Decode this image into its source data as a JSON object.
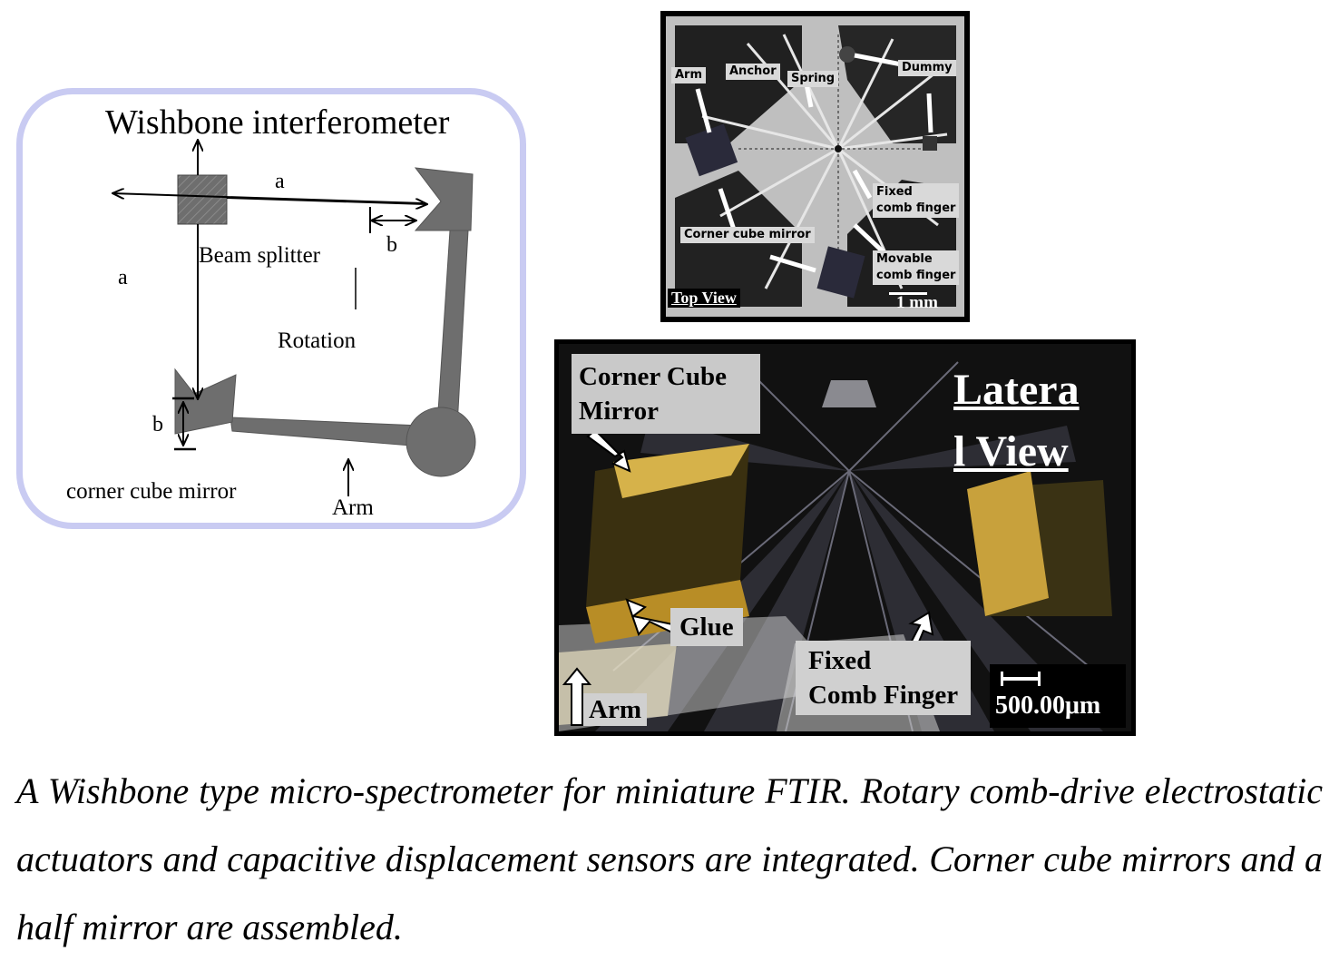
{
  "schematic": {
    "title": "Wishbone interferometer",
    "label_a_top": "a",
    "label_a_left": "a",
    "label_b_top": "b",
    "label_b_left": "b",
    "beam_splitter": "Beam splitter",
    "rotation": "Rotation",
    "corner_cube_mirror": "corner cube mirror",
    "arm": "Arm",
    "panel_border_color": "#c9cbf2",
    "part_color": "#6e6e6e"
  },
  "top_view": {
    "labels": {
      "arm": "Arm",
      "anchor": "Anchor",
      "spring": "Spring",
      "dummy": "Dummy",
      "fixed_comb_finger_1": "Fixed",
      "fixed_comb_finger_2": "comb finger",
      "corner_cube_mirror": "Corner cube mirror",
      "movable_comb_finger_1": "Movable",
      "movable_comb_finger_2": "comb finger",
      "view_name": "Top View",
      "scale": "1 mm"
    }
  },
  "lateral_view": {
    "labels": {
      "corner_cube_1": "Corner Cube",
      "corner_cube_2": "Mirror",
      "view_name_1": "Latera",
      "view_name_2": "l View",
      "glue": "Glue",
      "arm": "Arm",
      "fixed_comb_1": "Fixed",
      "fixed_comb_2": "Comb Finger",
      "scale": "500.00μm"
    }
  },
  "caption": {
    "text": "A Wishbone type micro-spectrometer for miniature FTIR. Rotary comb-drive electrostatic actuators and capacitive displacement sensors are integrated. Corner cube mirrors and a half mirror are assembled."
  }
}
